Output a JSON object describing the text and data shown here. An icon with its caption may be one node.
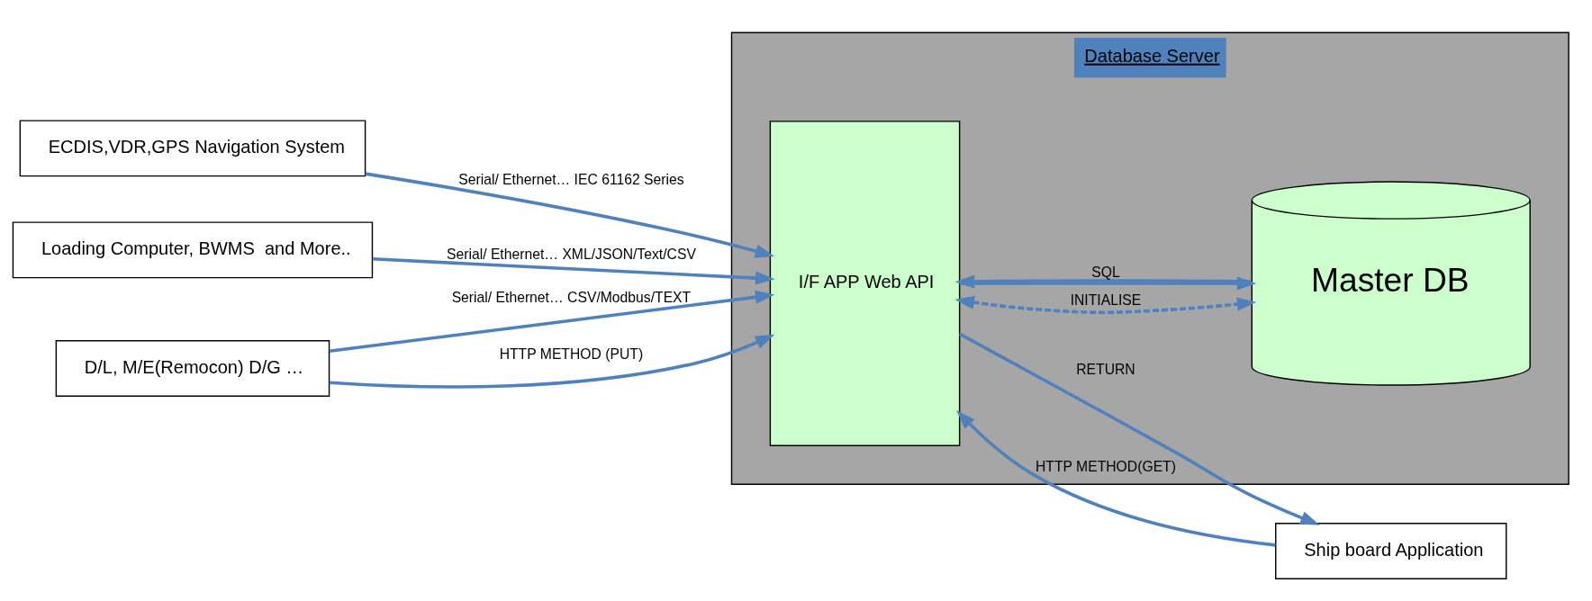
{
  "diagram": {
    "nodes": [
      {
        "text": [
          "Database Server"
        ]
      },
      {
        "text": [
          "Ship board Application"
        ]
      },
      {
        "text": [
          "ECDIS,VDR,GPS Navigation System"
        ]
      },
      {
        "text": [
          "Loading Computer, BWMS  and More.."
        ]
      },
      {
        "text": [
          "D/L, M/E(Remocon) D/G …"
        ]
      },
      {
        "text": [
          "I/F APP Web API"
        ],
        "in": 0
      },
      {
        "text": [
          "Master DB"
        ],
        "in": 0
      }
    ],
    "edges": [
      {
        "from": 1,
        "to": 5,
        "arrow": "to",
        "label": "HTTP METHOD(GET)"
      },
      {
        "from": 5,
        "to": 1,
        "arrow": "to",
        "label": "RETURN"
      },
      {
        "from": 5,
        "to": 6,
        "arrow": "both",
        "style": "dashed",
        "label": "INITIALISE"
      },
      {
        "from": 2,
        "to": 5,
        "arrow": "to",
        "label": "Serial/ Ethernet… IEC 61162 Series"
      },
      {
        "from": 3,
        "to": 5,
        "arrow": "to",
        "label": "Serial/ Ethernet… XML/JSON/Text/CSV"
      },
      {
        "from": 4,
        "to": 5,
        "arrow": "to",
        "label": "Serial/ Ethernet… CSV/Modbus/TEXT"
      },
      {
        "from": 4,
        "to": 5,
        "arrow": "to",
        "label": "HTTP METHOD (PUT)"
      },
      {
        "from": 5,
        "to": 6,
        "arrow": "to"
      },
      {
        "from": 6,
        "to": 5,
        "arrow": "to",
        "label": "SQL"
      }
    ]
  }
}
